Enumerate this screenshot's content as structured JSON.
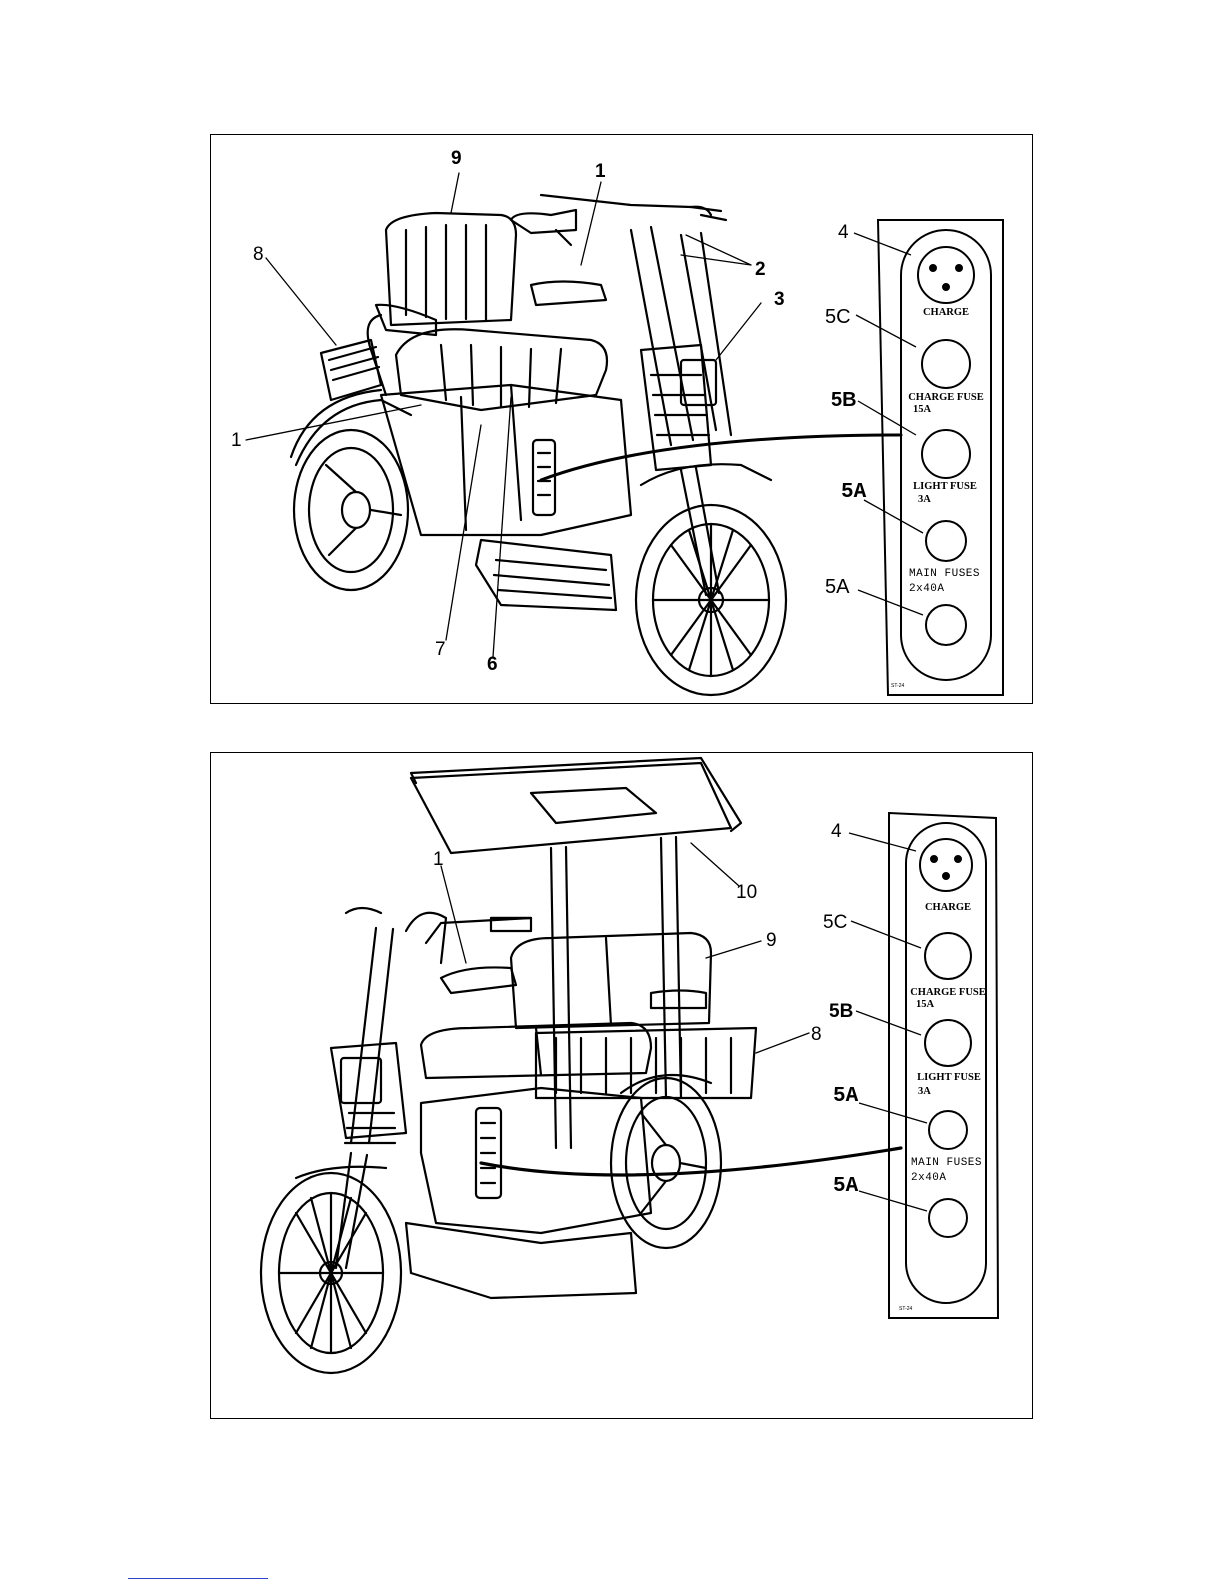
{
  "top_figure": {
    "callouts": [
      "9",
      "1",
      "2",
      "3",
      "8",
      "1",
      "7",
      "6"
    ],
    "panel": {
      "callouts": [
        "4",
        "5C",
        "5B",
        "5A",
        "5A"
      ],
      "labels": [
        "CHARGE",
        "CHARGE FUSE",
        "15A",
        "LIGHT FUSE",
        "3A",
        "MAIN FUSES",
        "2x40A"
      ],
      "ref": "ST-24"
    }
  },
  "bottom_figure": {
    "callouts": [
      "1",
      "10",
      "9",
      "8"
    ],
    "panel": {
      "callouts": [
        "4",
        "5C",
        "5B",
        "5A",
        "5A"
      ],
      "labels": [
        "CHARGE",
        "CHARGE FUSE",
        "15A",
        "LIGHT FUSE",
        "3A",
        "MAIN FUSES",
        "2x40A"
      ],
      "ref": "ST-24"
    }
  },
  "colors": {
    "ink": "#000000",
    "paper": "#ffffff",
    "footer_rule": "#3344cc"
  }
}
